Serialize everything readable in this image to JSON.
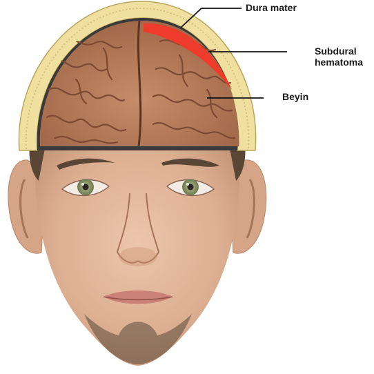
{
  "labels": {
    "dura_mater": "Dura mater",
    "subdural_line1": "Subdural",
    "subdural_line2": "hematoma",
    "beyin": "Beyin"
  },
  "colors": {
    "skin": "#e3b79b",
    "skin_shadow": "#c9977a",
    "brain": "#b97e5c",
    "brain_dark": "#7c4a31",
    "skull_bone": "#efe0a0",
    "skull_edge": "#c6b06a",
    "hematoma": "#ef3b2c",
    "hair": "#4a3a2c",
    "iris": "#8f9a6c",
    "lips": "#c98275",
    "leader_line": "#111111"
  }
}
